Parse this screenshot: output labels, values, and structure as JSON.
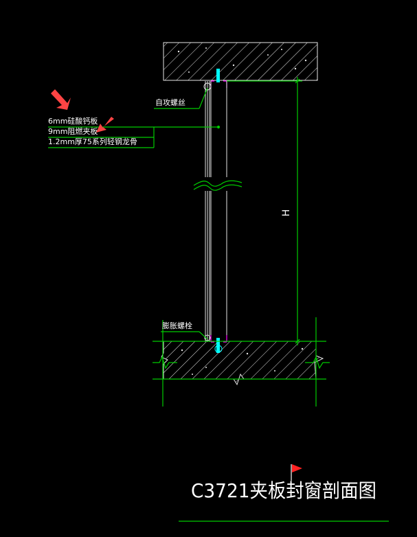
{
  "drawing": {
    "title": "C3721夹板封窗剖面图",
    "dimension_label": "H",
    "callouts": {
      "screw": "自攻螺丝",
      "expansion_bolt": "膨胀螺栓",
      "layers": [
        "6mm硅酸钙板",
        "9mm阻燃夹板",
        "1.2mm厚75系列轻钢龙骨"
      ]
    }
  },
  "colors": {
    "background": "#000000",
    "line_green": "#00cc00",
    "text_white": "#ffffff",
    "hatch_white": "#e8e8e8",
    "fastener_cyan": "#00ffff",
    "fastener_magenta": "#ff00ff",
    "annotation_red": "#ff4444"
  }
}
